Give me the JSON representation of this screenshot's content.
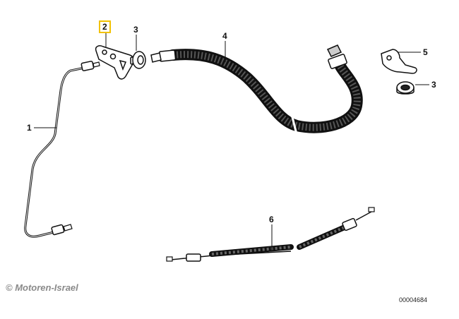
{
  "callouts": {
    "c1": "1",
    "c2": "2",
    "c3a": "3",
    "c3b": "3",
    "c4": "4",
    "c5": "5",
    "c6": "6"
  },
  "highlight_color": "#f2c200",
  "watermark": "© Motoren-Israel",
  "diagram_id": "00004684",
  "icons": [
    "brake-line-icon",
    "bracket-icon",
    "grommet-icon",
    "brake-hose-icon",
    "cable-icon"
  ]
}
